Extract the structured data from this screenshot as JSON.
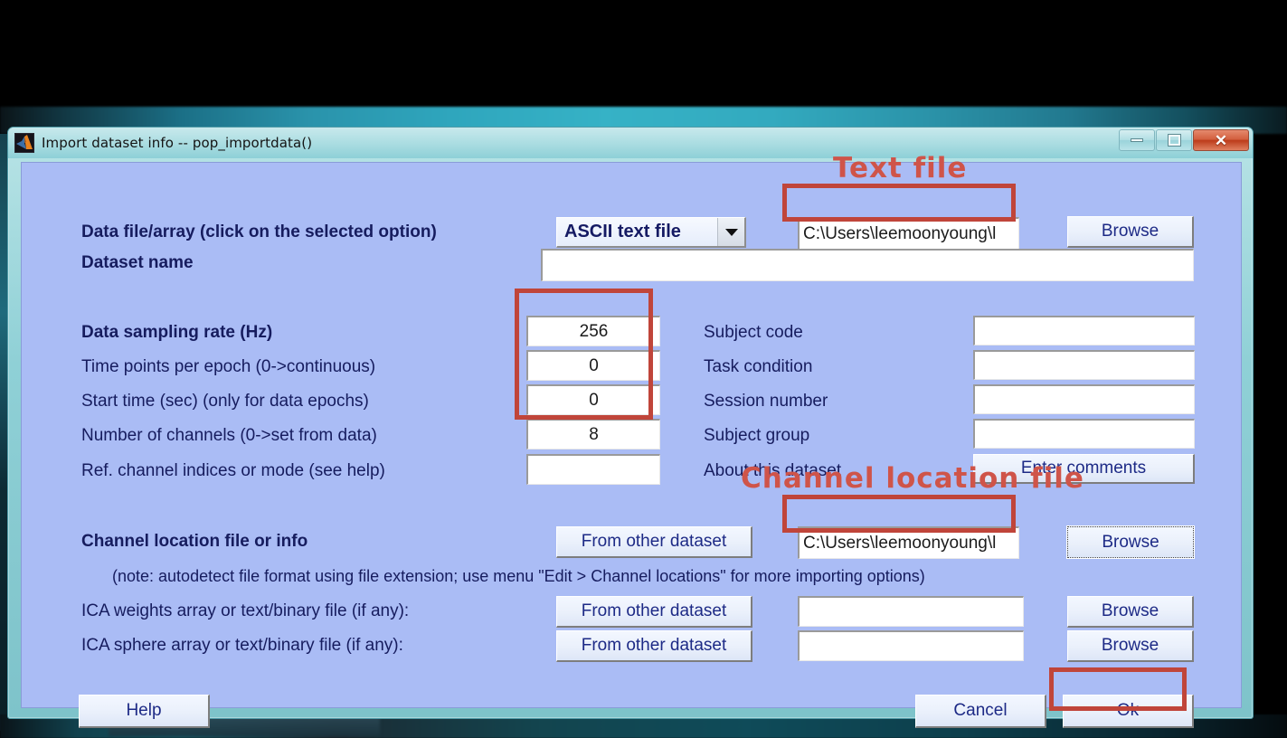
{
  "window": {
    "title": "Import dataset info -- pop_importdata()",
    "app_icon": "matlab-icon",
    "controls": {
      "minimize": "minimize",
      "maximize": "maximize",
      "close": "close"
    }
  },
  "annotations": {
    "text_file_label": "Text file",
    "channel_location_label": "Channel location file",
    "color": "#c0453a"
  },
  "form": {
    "data_file_label": "Data file/array (click on the selected option)",
    "data_file_type": "ASCII text file",
    "data_file_path": "C:\\Users\\leemoonyoung\\l",
    "dataset_name_label": "Dataset name",
    "dataset_name_value": "",
    "browse_label": "Browse",
    "rows_left": [
      {
        "label": "Data sampling rate (Hz)",
        "value": "256",
        "bold": true
      },
      {
        "label": "Time points per epoch (0->continuous)",
        "value": "0",
        "bold": false
      },
      {
        "label": "Start time (sec) (only for data epochs)",
        "value": "0",
        "bold": false
      },
      {
        "label": "Number of channels (0->set from data)",
        "value": "8",
        "bold": false
      },
      {
        "label": "Ref. channel indices or mode (see help)",
        "value": "",
        "bold": false
      }
    ],
    "rows_right": [
      {
        "label": "Subject code",
        "value": ""
      },
      {
        "label": "Task condition",
        "value": ""
      },
      {
        "label": "Session number",
        "value": ""
      },
      {
        "label": "Subject group",
        "value": ""
      }
    ],
    "about_label": "About this dataset",
    "enter_comments_label": "Enter comments",
    "channel_loc_label": "Channel location file or info",
    "channel_loc_note": "(note: autodetect file format using file extension; use menu \"Edit > Channel locations\" for more importing options)",
    "from_other_dataset_label": "From other dataset",
    "channel_loc_path": "C:\\Users\\leemoonyoung\\l",
    "ica_weights_label": "ICA weights array or text/binary file (if any):",
    "ica_weights_value": "",
    "ica_sphere_label": "ICA sphere array or text/binary file (if any):",
    "ica_sphere_value": ""
  },
  "footer": {
    "help_label": "Help",
    "cancel_label": "Cancel",
    "ok_label": "Ok"
  }
}
